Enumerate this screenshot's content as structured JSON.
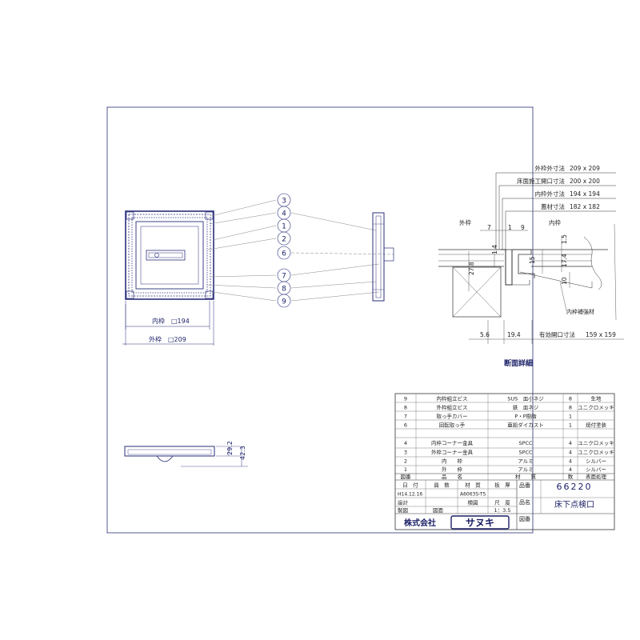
{
  "callouts": [
    "3",
    "4",
    "1",
    "2",
    "6",
    "7",
    "8",
    "9"
  ],
  "plan_dims": {
    "inner": "内枠　□194",
    "outer": "外枠　□209"
  },
  "side_dims": {
    "h1": "29.2",
    "h2": "42.3"
  },
  "section": {
    "title": "断面詳細",
    "rows": [
      {
        "label": "外枠外寸法",
        "value": "209 x 209"
      },
      {
        "label": "床面施工開口寸法",
        "value": "200 x 200"
      },
      {
        "label": "内枠外寸法",
        "value": "194 x 194"
      },
      {
        "label": "蓋材寸法",
        "value": "182 x 182"
      }
    ],
    "label_outer": "外枠",
    "label_inner": "内枠",
    "dims": {
      "d7": "7",
      "d1": "1",
      "d9": "9",
      "d14": "1.4",
      "d15a": "1.5",
      "d15b": "15",
      "d174": "17.4",
      "d10": "10",
      "d278": "27.8",
      "d56": "5.6",
      "d194": "19.4"
    },
    "reinforce": "内枠補強材",
    "effective_label": "有効開口寸法",
    "effective_value": "159 x 159"
  },
  "parts": [
    {
      "no": "9",
      "name": "内枠組立ビス",
      "material": "SUS　皿小ネジ",
      "qty": "8",
      "finish": "生地"
    },
    {
      "no": "8",
      "name": "外枠組立ビス",
      "material": "鉄　皿ネジ",
      "qty": "8",
      "finish": "ユニクロメッキ"
    },
    {
      "no": "7",
      "name": "取っ手カバー",
      "material": "P・P樹脂",
      "qty": "1",
      "finish": ""
    },
    {
      "no": "6",
      "name": "回転取っ手",
      "material": "亜鉛ダイカスト",
      "qty": "1",
      "finish": "焼付塗装"
    },
    {
      "no": "4",
      "name": "内枠コーナー金具",
      "material": "SPCC",
      "qty": "4",
      "finish": "ユニクロメッキ"
    },
    {
      "no": "3",
      "name": "外枠コーナー金具",
      "material": "SPCC",
      "qty": "4",
      "finish": "ユニクロメッキ"
    },
    {
      "no": "2",
      "name": "内　　枠",
      "material": "アルミ",
      "qty": "4",
      "finish": "シルバー"
    },
    {
      "no": "1",
      "name": "外　　枠",
      "material": "アルミ",
      "qty": "4",
      "finish": "シルバー"
    }
  ],
  "table_headers": {
    "no": "図番",
    "name": "品　　名",
    "material": "材　　質",
    "qty": "数",
    "finish": "表面処理"
  },
  "title_block": {
    "date_label": "日　付",
    "staff_label": "員　数",
    "material_label": "材　質",
    "thickness_label": "板　厚",
    "date": "H14.12.16",
    "material": "A6063S-T5",
    "design_label": "設計",
    "check_label": "検図",
    "scale_label": "尺　度",
    "drawn_label": "製図",
    "approve_label": "図面",
    "scale": "1：3.5",
    "product_no_label": "品番",
    "product_no": "66220",
    "product_name_label": "品名",
    "product_name": "床下点検口",
    "drawing_no_label": "図番",
    "company": "株式会社",
    "brand": "サヌキ"
  }
}
